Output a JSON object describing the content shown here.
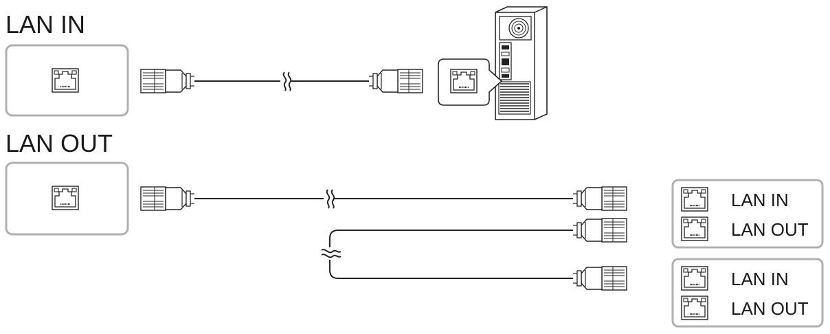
{
  "sections": {
    "lan_in": {
      "title": "LAN IN"
    },
    "lan_out": {
      "title": "LAN OUT"
    }
  },
  "devices": [
    {
      "port_in": "LAN IN",
      "port_out": "LAN OUT"
    },
    {
      "port_in": "LAN IN",
      "port_out": "LAN OUT"
    }
  ],
  "colors": {
    "line": "#1a1a1a",
    "panel_border": "#b0b0b0",
    "panel_fill": "#ffffff"
  },
  "icons": [
    "rj45-port-icon",
    "rj45-plug-icon",
    "cable-break-icon",
    "pc-tower-icon"
  ]
}
